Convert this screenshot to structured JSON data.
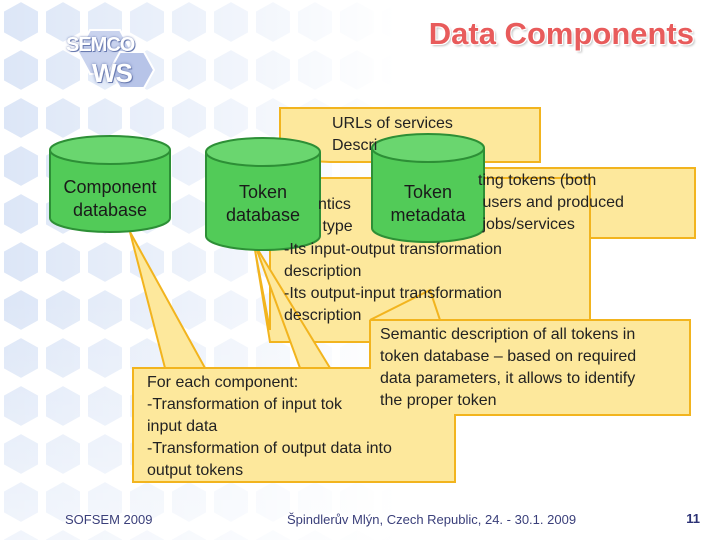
{
  "slide": {
    "title": "Data Components",
    "logo": {
      "line1": "SEMCO",
      "line2": "WS"
    },
    "footer": {
      "left": "SOFSEM 2009",
      "center": "Špindlerův Mlýn, Czech Republic, 24. - 30.1. 2009",
      "page": "11"
    },
    "colors": {
      "callout_fill": "#fde89c",
      "callout_border": "#f2b41e",
      "cylinder_fill": "#52cb58",
      "cylinder_border": "#2d8f36",
      "title": "#e85b5b",
      "hex_pattern": "#dce6f7"
    }
  },
  "databases": {
    "component": "Component\ndatabase",
    "token": "Token\ndatabase",
    "token_meta": "Token\nmetadata"
  },
  "callouts": {
    "urls": "URLs of services\nDescri",
    "tokens": "ting tokens (both\n users and produced\n jobs/services",
    "token_behind": "ntics\n type",
    "transformation": "-Its input-output transformation\ndescription\n-Its output-input transformation\ndescription",
    "semantic": "Semantic description of all tokens in\ntoken database – based on required\ndata parameters, it allows to identify\nthe proper token",
    "component": "For each component:\n-Transformation of input tok\ninput data\n-Transformation of output data into\noutput tokens"
  }
}
